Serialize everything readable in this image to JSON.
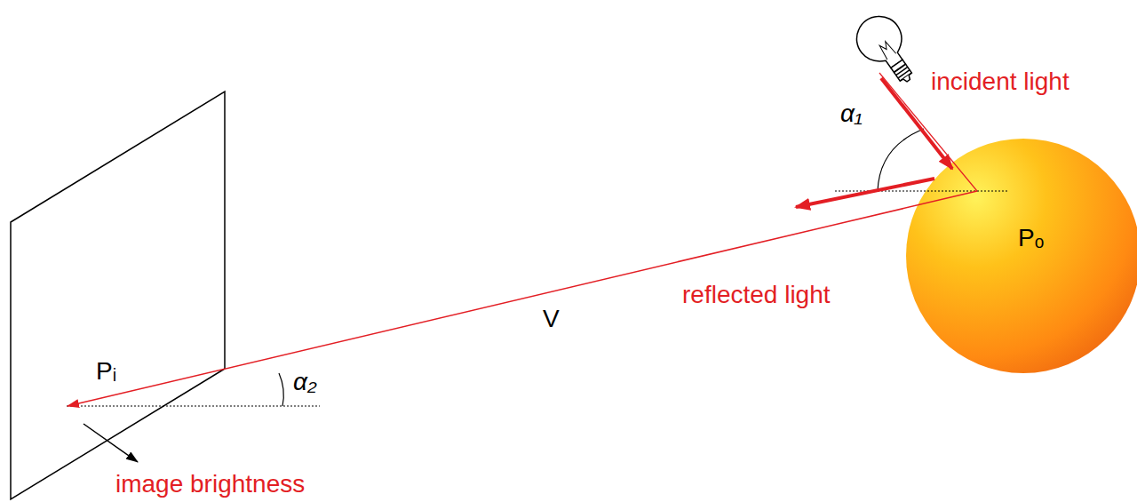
{
  "diagram": {
    "labels": [
      "incident light",
      "α₁",
      "Pₒ",
      "reflected light",
      "V",
      "α₂",
      "Pᵢ",
      "image brightness"
    ]
  }
}
